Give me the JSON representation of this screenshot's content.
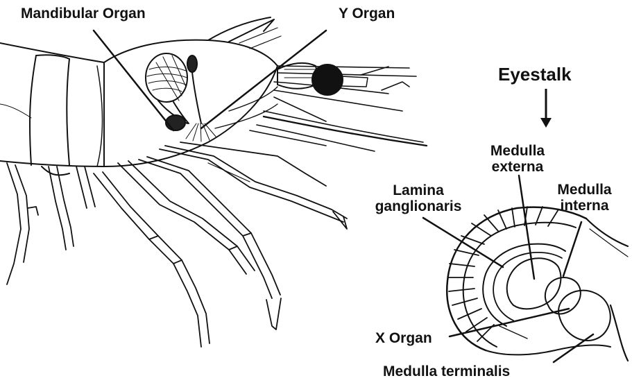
{
  "labels": {
    "mandibular_organ": "Mandibular Organ",
    "y_organ": "Y Organ",
    "eyestalk": "Eyestalk",
    "medulla_externa_1": "Medulla",
    "medulla_externa_2": "externa",
    "medulla_interna_1": "Medulla",
    "medulla_interna_2": "interna",
    "lamina_1": "Lamina",
    "lamina_2": "ganglionaris",
    "x_organ": "X Organ",
    "medulla_terminalis": "Medulla terminalis"
  },
  "colors": {
    "ink": "#111111",
    "background": "#ffffff"
  }
}
